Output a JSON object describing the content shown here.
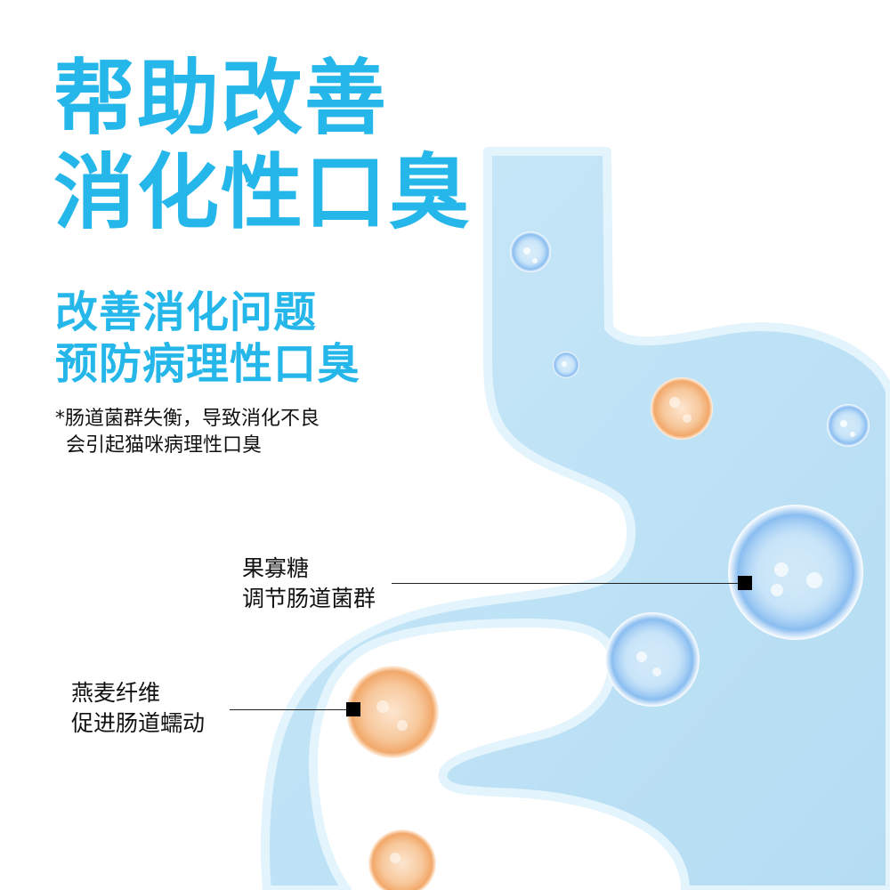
{
  "headline": {
    "line1": "帮助改善",
    "line2": "消化性口臭"
  },
  "subheadline": {
    "line1": "改善消化问题",
    "line2": "预防病理性口臭"
  },
  "note": {
    "line1": "*肠道菌群失衡，导致消化不良",
    "line2": "会引起猫咪病理性口臭"
  },
  "callouts": [
    {
      "line1": "果寡糖",
      "line2": "调节肠道菌群"
    },
    {
      "line1": "燕麦纤维",
      "line2": "促进肠道蠕动"
    }
  ],
  "colors": {
    "accent": "#26b7ea",
    "organ_fill": "#bfe3f7",
    "organ_edge": "#d8f0fb",
    "bubble_blue": "#7fb9ef",
    "bubble_orange": "#f4b27a"
  },
  "icons": [
    "stomach-intestine-illustration",
    "blue-bubble",
    "orange-bubble",
    "marker-square"
  ]
}
